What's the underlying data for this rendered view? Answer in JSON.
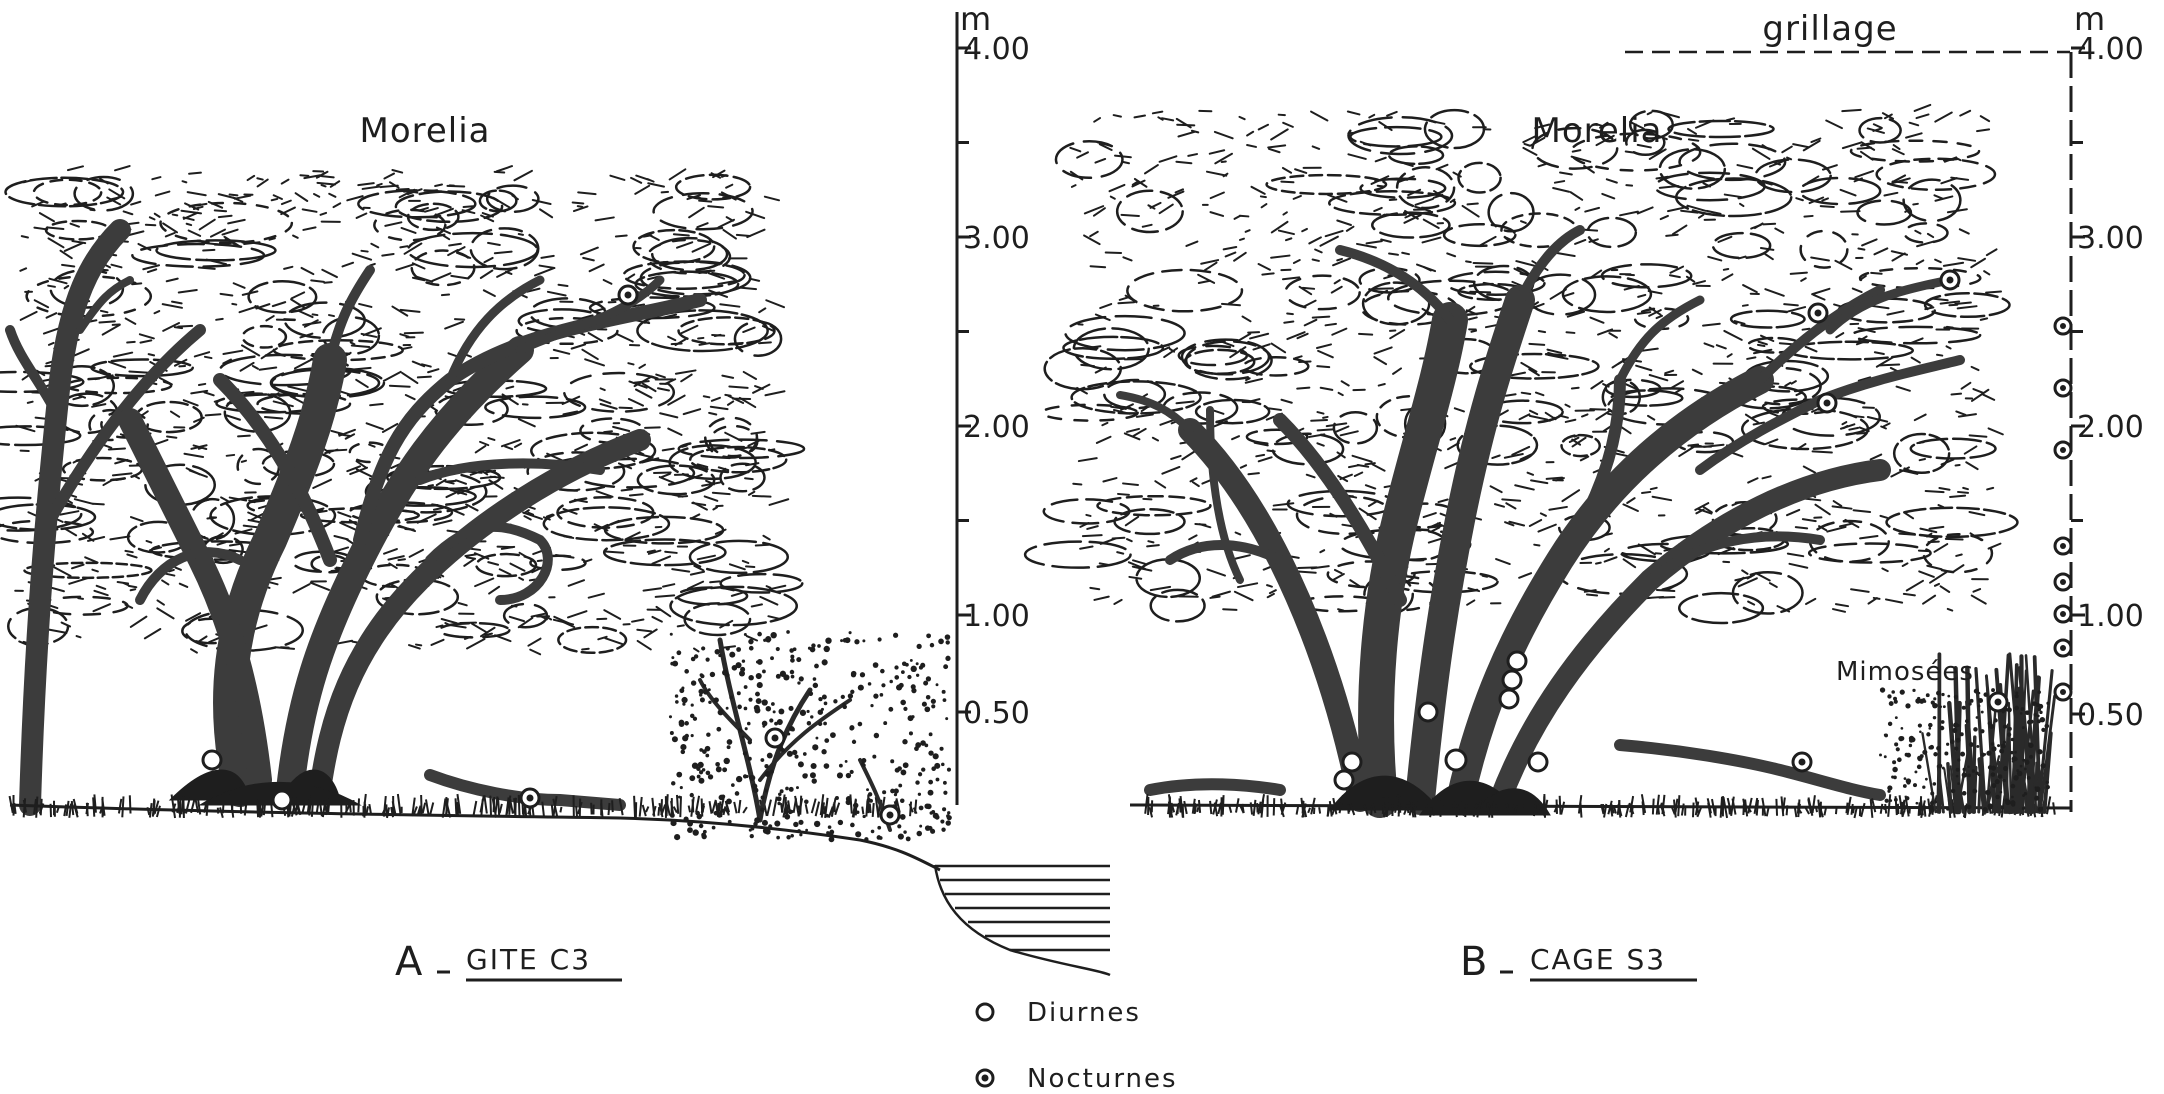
{
  "panel_a": {
    "prefix": "A",
    "name": "GITE C3",
    "tree_label": "Morelia"
  },
  "panel_b": {
    "prefix": "B",
    "name": "CAGE S3",
    "tree_label": "Morelia",
    "mesh_label": "grillage",
    "shrub_label": "Mimosées"
  },
  "scale_a": {
    "unit": "m",
    "ticks": [
      {
        "value": 4.0,
        "label": "4.00"
      },
      {
        "value": 3.0,
        "label": "3.00"
      },
      {
        "value": 2.0,
        "label": "2.00"
      },
      {
        "value": 1.0,
        "label": "1.00"
      },
      {
        "value": 0.5,
        "label": "0.50"
      }
    ],
    "minor_ticks": [
      3.5,
      2.5,
      1.5
    ]
  },
  "scale_b": {
    "unit": "m",
    "ticks": [
      {
        "value": 4.0,
        "label": "4.00"
      },
      {
        "value": 3.0,
        "label": "3.00"
      },
      {
        "value": 2.0,
        "label": "2.00"
      },
      {
        "value": 1.0,
        "label": "1.00"
      },
      {
        "value": 0.5,
        "label": "0.50"
      }
    ],
    "minor_ticks": [
      3.5,
      2.5,
      1.5
    ]
  },
  "legend": {
    "diurnal": "Diurnes",
    "nocturnal": "Nocturnes"
  },
  "colors": {
    "ink": "#1e1e1e",
    "paper": "#ffffff",
    "trunk": "#3c3c3c"
  }
}
